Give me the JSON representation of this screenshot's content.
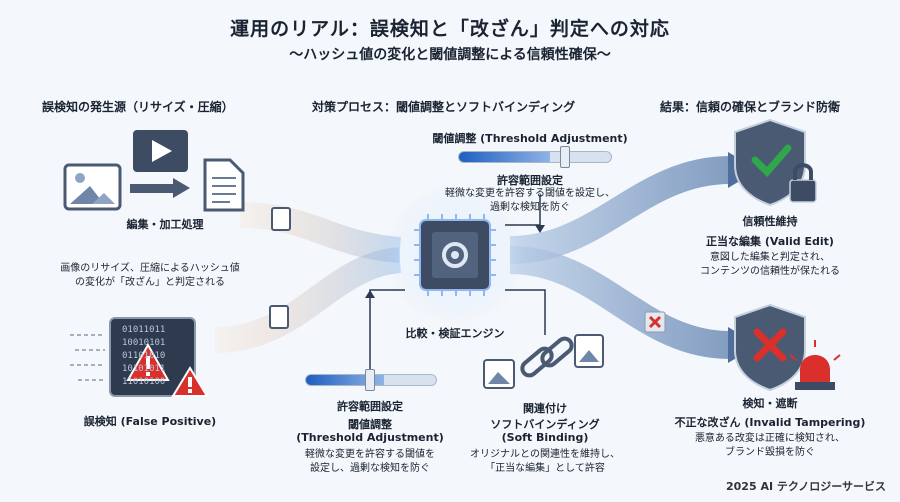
{
  "title": "運用のリアル：誤検知と「改ざん」判定への対応",
  "subtitle": "〜ハッシュ値の変化と閾値調整による信頼性確保〜",
  "sections": {
    "left": "誤検知の発生源（リサイズ・圧縮）",
    "middle": "対策プロセス：閾値調整とソフトバインディング",
    "right": "結果：信頼の確保とブランド防衛"
  },
  "left": {
    "edit_label": "編集・加工処理",
    "edit_desc_line1": "画像のリサイズ、圧縮によるハッシュ値",
    "edit_desc_line2": "の変化が「改ざん」と判定される",
    "false_positive": "誤検知 (False Positive)",
    "binary_lines": [
      "01011011",
      "10010101",
      "01101010",
      "10101011",
      "11010100"
    ]
  },
  "middle": {
    "top_heading": "閾値調整 (Threshold Adjustment)",
    "top_sub": "許容範囲設定",
    "top_desc_line1": "軽微な変更を許容する閾値を設定し、",
    "top_desc_line2": "過剰な検知を防ぐ",
    "engine": "比較・検証エンジン",
    "bl_title": "許容範囲設定",
    "bl_heading": "閾値調整",
    "bl_heading2": "(Threshold Adjustment)",
    "bl_desc_line1": "軽微な変更を許容する閾値を",
    "bl_desc_line2": "設定し、過剰な検知を防ぐ",
    "br_title": "関連付け",
    "br_heading": "ソフトバインディング",
    "br_heading2": "(Soft Binding)",
    "br_desc_line1": "オリジナルとの関連性を維持し、",
    "br_desc_line2": "「正当な編集」として許容"
  },
  "right": {
    "trust_title": "信頼性維持",
    "trust_heading": "正当な編集 (Valid Edit)",
    "trust_desc_line1": "意図した編集と判定され、",
    "trust_desc_line2": "コンテンツの信頼性が保たれる",
    "detect_title": "検知・遮断",
    "detect_heading": "不正な改ざん (Invalid Tampering)",
    "detect_desc_line1": "悪意ある改変は正確に検知され、",
    "detect_desc_line2": "ブランド毀損を防ぐ"
  },
  "footer": "2025 AI テクノロジーサービス",
  "colors": {
    "accent": "#1f5fbf",
    "success": "#2ea84a",
    "danger": "#d9302c",
    "shield": "#4a5a73"
  }
}
